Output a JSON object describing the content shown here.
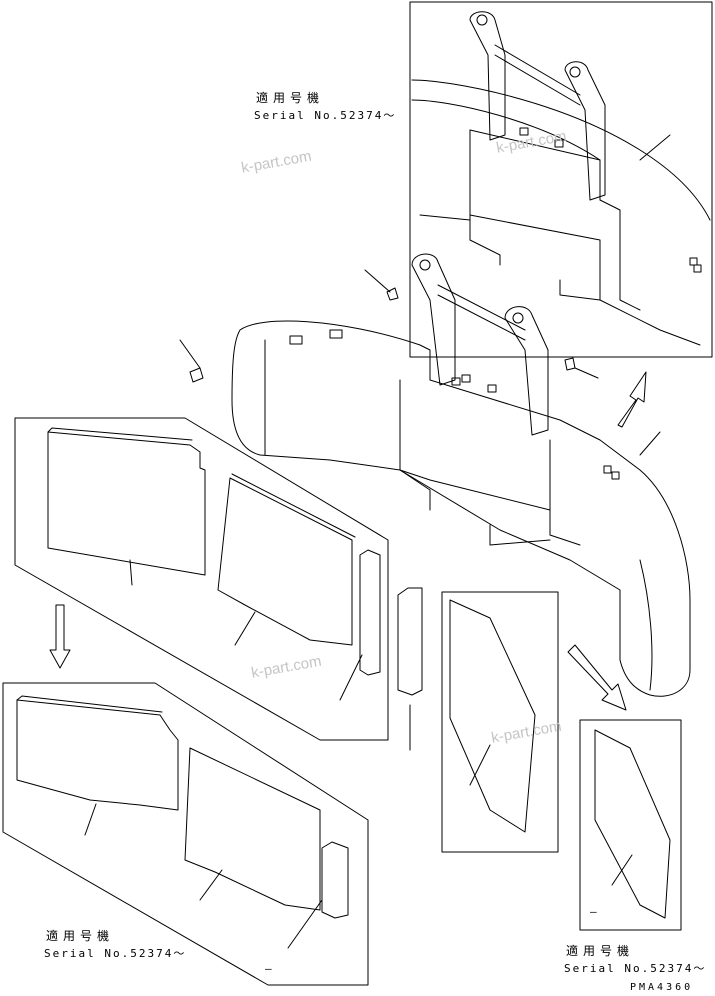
{
  "serial_notes": [
    {
      "jp": "適用号機",
      "en": "Serial No.52374～"
    },
    {
      "jp": "適用号機",
      "en": "Serial No.52374～"
    },
    {
      "jp": "適用号機",
      "en": "Serial No.52374～"
    }
  ],
  "watermark": "k-part.com",
  "drawing_code": "PMA4360",
  "small_marks": [
    "–",
    "–"
  ]
}
